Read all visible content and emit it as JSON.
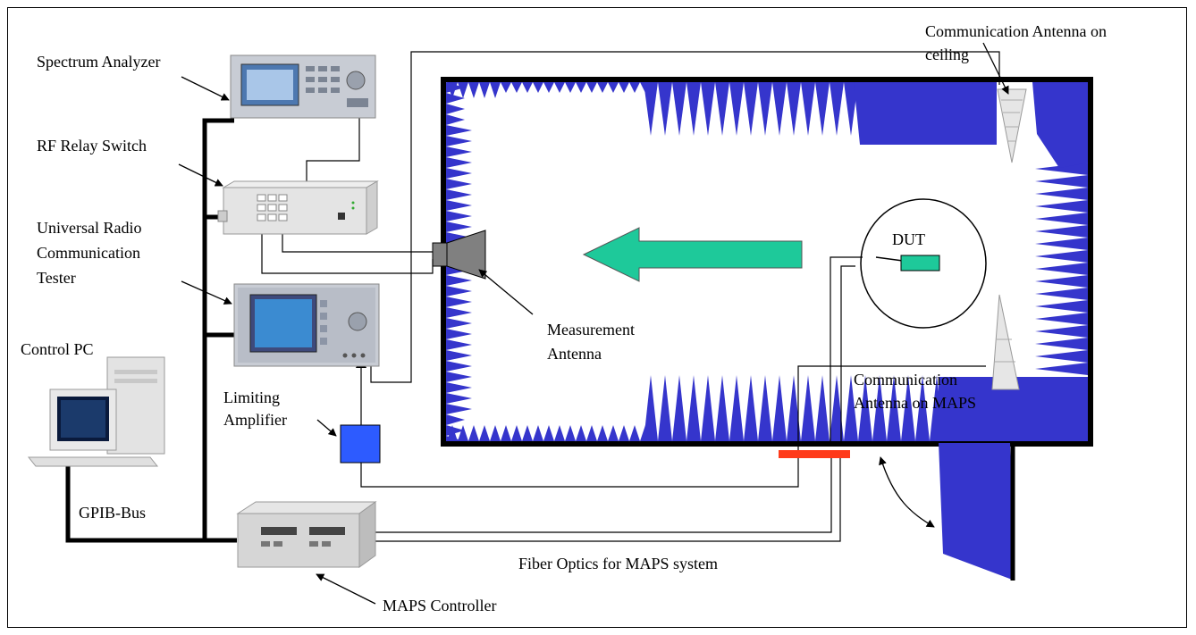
{
  "diagram": {
    "labels": {
      "spectrum_analyzer": "Spectrum Analyzer",
      "rf_relay_switch": "RF Relay Switch",
      "urct_line1": "Universal Radio",
      "urct_line2": "Communication",
      "urct_line3": "Tester",
      "control_pc": "Control PC",
      "limiting_amplifier_line1": "Limiting",
      "limiting_amplifier_line2": "Amplifier",
      "gpib_bus": "GPIB-Bus",
      "maps_controller": "MAPS Controller",
      "fiber_optics": "Fiber Optics for MAPS system",
      "measurement_antenna_line1": "Measurement",
      "measurement_antenna_line2": "Antenna",
      "dut": "DUT",
      "comm_antenna_ceiling_line1": "Communication Antenna on",
      "comm_antenna_ceiling_line2": "ceiling",
      "comm_antenna_maps_line1": "Communication",
      "comm_antenna_maps_line2": "Antenna on MAPS"
    },
    "colors": {
      "absorber": "#3535cc",
      "arrow": "#1ec99a",
      "dut": "#1ec99a",
      "amplifier": "#2d5bff",
      "maps_bar": "#ff3a1a",
      "horn": "#808080",
      "bus": "#000000"
    }
  }
}
